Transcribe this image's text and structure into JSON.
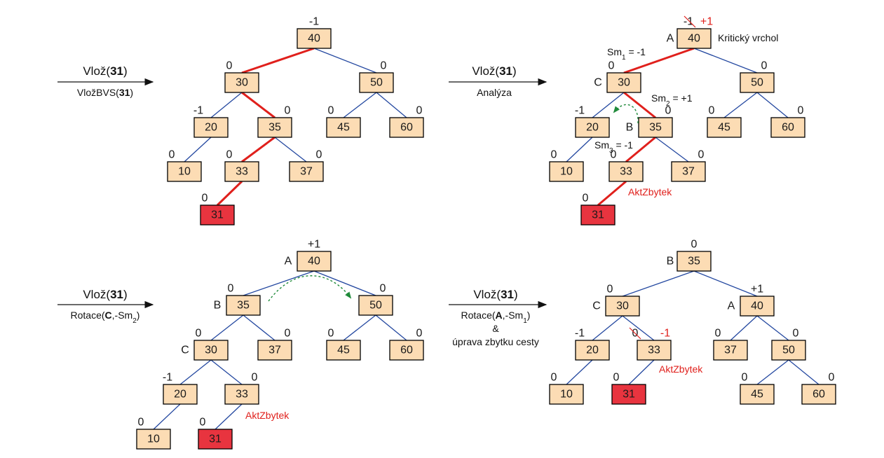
{
  "colors": {
    "node_fill": "#fcdcb4",
    "inserted_fill": "#e8343f",
    "edge": "#2448a0",
    "path": "#e0201c",
    "balance": "#7a1010",
    "rotation_arrow": "#1f8a3a"
  },
  "steps": [
    {
      "title_prefix": "Vlož(",
      "title_value": "31",
      "title_suffix": ")",
      "sub_lines": [
        [
          [
            "VložBVS(",
            false
          ],
          [
            "31",
            true
          ],
          [
            ")",
            false
          ]
        ]
      ]
    },
    {
      "title_prefix": "Vlož(",
      "title_value": "31",
      "title_suffix": ")",
      "sub_lines": [
        [
          [
            "Analýza",
            false
          ]
        ]
      ]
    },
    {
      "title_prefix": "Vlož(",
      "title_value": "31",
      "title_suffix": ")",
      "sub_lines": [
        [
          [
            "Rotace(",
            false
          ],
          [
            "C",
            true
          ],
          [
            ",-Sm",
            false
          ],
          [
            "2",
            false,
            "sub"
          ],
          [
            ")",
            false
          ]
        ]
      ]
    },
    {
      "title_prefix": "Vlož(",
      "title_value": "31",
      "title_suffix": ")",
      "sub_lines": [
        [
          [
            "Rotace(",
            false
          ],
          [
            "A",
            true
          ],
          [
            ",-Sm",
            false
          ],
          [
            "1",
            false,
            "sub"
          ],
          [
            ")",
            false
          ]
        ],
        [
          [
            "&",
            false
          ]
        ],
        [
          [
            "úprava zbytku cesty",
            false
          ]
        ]
      ]
    }
  ],
  "annotations": {
    "critical_vertex": "Kritický vrchol",
    "akt_zbytek": "AktZbytek",
    "sm1": "Sm1 = -1",
    "sm2": "Sm2 = +1",
    "sm3": "Sm3 = -1"
  },
  "trees": [
    {
      "nodes": [
        {
          "k": "40",
          "b": "-1"
        },
        {
          "k": "30",
          "b": "0"
        },
        {
          "k": "50",
          "b": "0"
        },
        {
          "k": "20",
          "b": "-1"
        },
        {
          "k": "35",
          "b": "0"
        },
        {
          "k": "45",
          "b": "0"
        },
        {
          "k": "60",
          "b": "0"
        },
        {
          "k": "10",
          "b": "0"
        },
        {
          "k": "33",
          "b": "0"
        },
        {
          "k": "37",
          "b": "0"
        },
        {
          "k": "31",
          "b": "0",
          "hl": true
        }
      ]
    },
    {
      "nodes": [
        {
          "k": "40",
          "b": "-1",
          "b2": "+1",
          "l": "A"
        },
        {
          "k": "30",
          "b": "0",
          "l": "C"
        },
        {
          "k": "50",
          "b": "0"
        },
        {
          "k": "20",
          "b": "-1"
        },
        {
          "k": "35",
          "b": "0",
          "l": "B"
        },
        {
          "k": "45",
          "b": "0"
        },
        {
          "k": "60",
          "b": "0"
        },
        {
          "k": "10",
          "b": "0"
        },
        {
          "k": "33",
          "b": "0"
        },
        {
          "k": "37",
          "b": "0"
        },
        {
          "k": "31",
          "b": "0",
          "hl": true
        }
      ]
    },
    {
      "nodes": [
        {
          "k": "40",
          "b": "+1",
          "l": "A"
        },
        {
          "k": "35",
          "b": "0",
          "l": "B"
        },
        {
          "k": "50",
          "b": "0"
        },
        {
          "k": "30",
          "b": "0",
          "l": "C"
        },
        {
          "k": "37",
          "b": "0"
        },
        {
          "k": "45",
          "b": "0"
        },
        {
          "k": "60",
          "b": "0"
        },
        {
          "k": "20",
          "b": "-1"
        },
        {
          "k": "33",
          "b": "0"
        },
        {
          "k": "10",
          "b": "0"
        },
        {
          "k": "31",
          "b": "0",
          "hl": true
        }
      ]
    },
    {
      "nodes": [
        {
          "k": "35",
          "b": "0",
          "l": "B"
        },
        {
          "k": "30",
          "b": "0",
          "l": "C"
        },
        {
          "k": "40",
          "b": "+1",
          "l": "A"
        },
        {
          "k": "20",
          "b": "-1"
        },
        {
          "k": "33",
          "b": "0",
          "b2": "-1"
        },
        {
          "k": "37",
          "b": "0"
        },
        {
          "k": "50",
          "b": "0"
        },
        {
          "k": "10",
          "b": "0"
        },
        {
          "k": "31",
          "b": "0",
          "hl": true
        },
        {
          "k": "45",
          "b": "0"
        },
        {
          "k": "60",
          "b": "0"
        }
      ]
    }
  ]
}
